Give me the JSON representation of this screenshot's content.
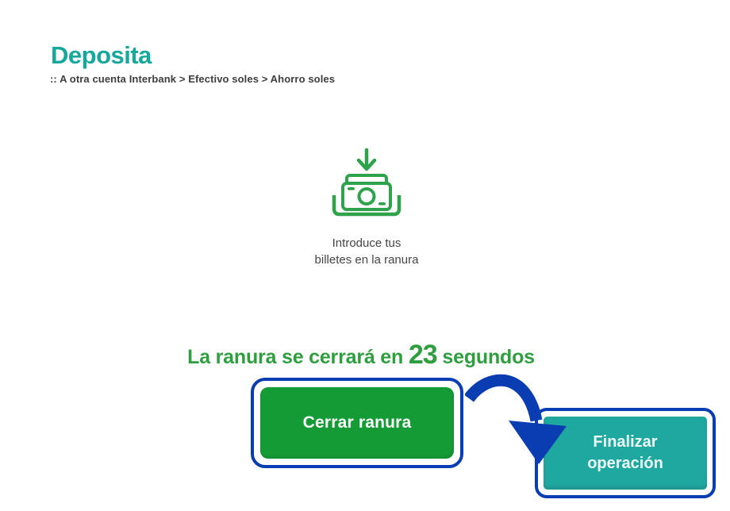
{
  "page": {
    "title": "Deposita",
    "breadcrumb": ":: A otra cuenta Interbank > Efectivo soles > Ahorro soles"
  },
  "illustration": {
    "icon": "banknote-deposit-slot-icon",
    "instruction_line1": "Introduce tus",
    "instruction_line2": "billetes en la ranura"
  },
  "countdown": {
    "prefix": "La ranura se cerrará en",
    "seconds": "23",
    "suffix": "segundos"
  },
  "buttons": {
    "close_slot_label": "Cerrar ranura",
    "finish_label_line1": "Finalizar",
    "finish_label_line2": "operación"
  },
  "annotations": {
    "arrow": "curved-arrow-from-close-to-finish"
  },
  "colors": {
    "brand_teal_title": "#18a79b",
    "countdown_green": "#2e9e3f",
    "close_button_green": "#159b35",
    "finish_button_teal": "#1fa8a0",
    "annotation_blue": "#0b3db2",
    "icon_green": "#2fa34c",
    "text_dark": "#3e3e3e"
  }
}
